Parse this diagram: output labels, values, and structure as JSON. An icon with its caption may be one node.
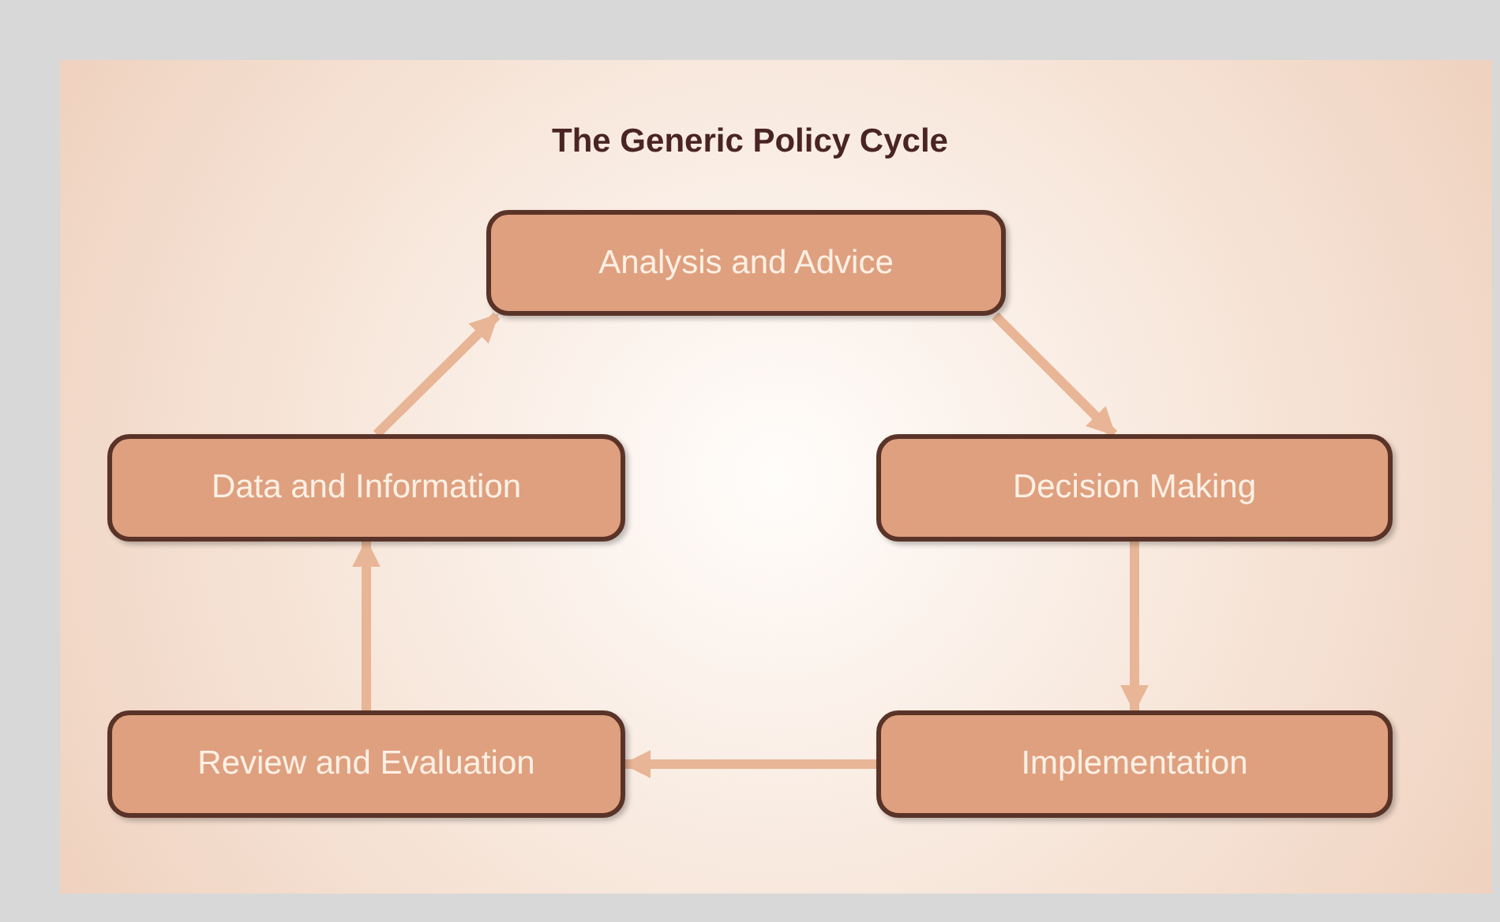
{
  "diagram": {
    "title": "The Generic Policy Cycle",
    "nodes": [
      {
        "text": [
          "Analysis and Advice"
        ]
      },
      {
        "text": [
          "Data and Information"
        ]
      },
      {
        "text": [
          "Decision Making"
        ]
      },
      {
        "text": [
          "Review and Evaluation"
        ]
      },
      {
        "text": [
          "Implementation"
        ]
      }
    ],
    "edges": [
      {
        "from": 0,
        "to": 2,
        "arrow": "to"
      },
      {
        "from": 2,
        "to": 4,
        "arrow": "to"
      },
      {
        "from": 4,
        "to": 3,
        "arrow": "to"
      },
      {
        "from": 3,
        "to": 1,
        "arrow": "to"
      },
      {
        "from": 1,
        "to": 0,
        "arrow": "to"
      }
    ]
  }
}
